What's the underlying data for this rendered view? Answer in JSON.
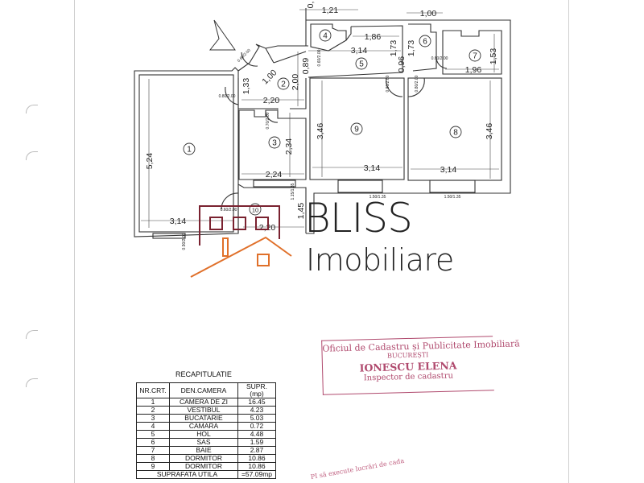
{
  "colors": {
    "plan_line": "#333333",
    "logo_dark": "#7a2230",
    "logo_orange": "#e0702a",
    "stamp": "#b04a6e"
  },
  "plan": {
    "rooms": [
      "1",
      "2",
      "3",
      "4",
      "5",
      "6",
      "7",
      "8",
      "9",
      "10"
    ],
    "dimensions": [
      "0,",
      "1,21",
      "1,00",
      "1,86",
      "3,14",
      "1,73",
      "1,73",
      "0,96",
      "1,53",
      "1,96",
      "0,89",
      "2,00",
      "1,00",
      "1,33",
      "2,20",
      "2,34",
      "3,46",
      "3,46",
      "5,24",
      "3,14",
      "3,14",
      "2,24",
      "1,45",
      "3,14",
      "2,20"
    ],
    "doors": [
      "0.60/2.00",
      "0.60/2.00",
      "0.80/2.00",
      "0.70/2.00",
      "0.80/2.00",
      "0.80/2.00",
      "0.60/2.00",
      "0.60/2.00",
      "1.15/1.35",
      "1.50/1.35",
      "1.50/1.35",
      "0.90/2.00"
    ]
  },
  "logo": {
    "line1": "BLISS",
    "line2": "Imobiliare"
  },
  "recap": {
    "title": "RECAPITULATIE",
    "headers": [
      "NR.CRT.",
      "DEN.CAMERA",
      "SUPR.(mp)"
    ],
    "rows": [
      [
        "1",
        "CAMERA DE ZI",
        "16.45"
      ],
      [
        "2",
        "VESTIBUL",
        "4.23"
      ],
      [
        "3",
        "BUCATARIE",
        "5.03"
      ],
      [
        "4",
        "CAMARA",
        "0.72"
      ],
      [
        "5",
        "HOL",
        "4.48"
      ],
      [
        "6",
        "SAS",
        "1.59"
      ],
      [
        "7",
        "BAIE",
        "2.87"
      ],
      [
        "8",
        "DORMITOR",
        "10.86"
      ],
      [
        "9",
        "DORMITOR",
        "10.86"
      ]
    ],
    "total_label": "SUPRAFATA UTILA",
    "total_value": "=57.09mp"
  },
  "stamp": {
    "office": "Oficiul de Cadastru și Publicitate Imobiliară",
    "city": "BUCUREȘTI",
    "name": "IONESCU ELENA",
    "role": "Inspector de cadastru",
    "seal_text": "PI să execute lucrări de cada"
  }
}
